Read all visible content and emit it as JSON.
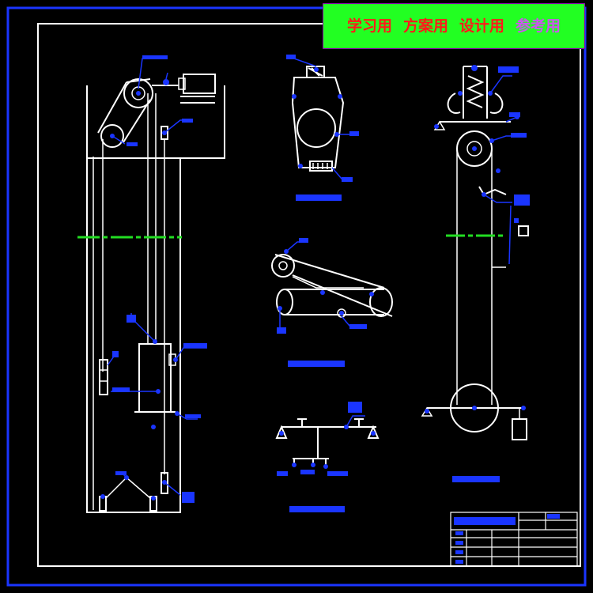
{
  "banner": {
    "items": [
      {
        "text": "学习用",
        "color": "#ff1a1a"
      },
      {
        "text": "方案用",
        "color": "#ff1a1a"
      },
      {
        "text": "设计用",
        "color": "#ff1a1a"
      },
      {
        "text": "参考用",
        "color": "#cc55ee"
      }
    ],
    "background": "#22ff22"
  },
  "colors": {
    "background": "#000000",
    "frame_outer": "#1a35ff",
    "frame_inner": "#ffffff",
    "line": "#ffffff",
    "annotation": "#1a35ff",
    "centerline": "#22dd22"
  }
}
